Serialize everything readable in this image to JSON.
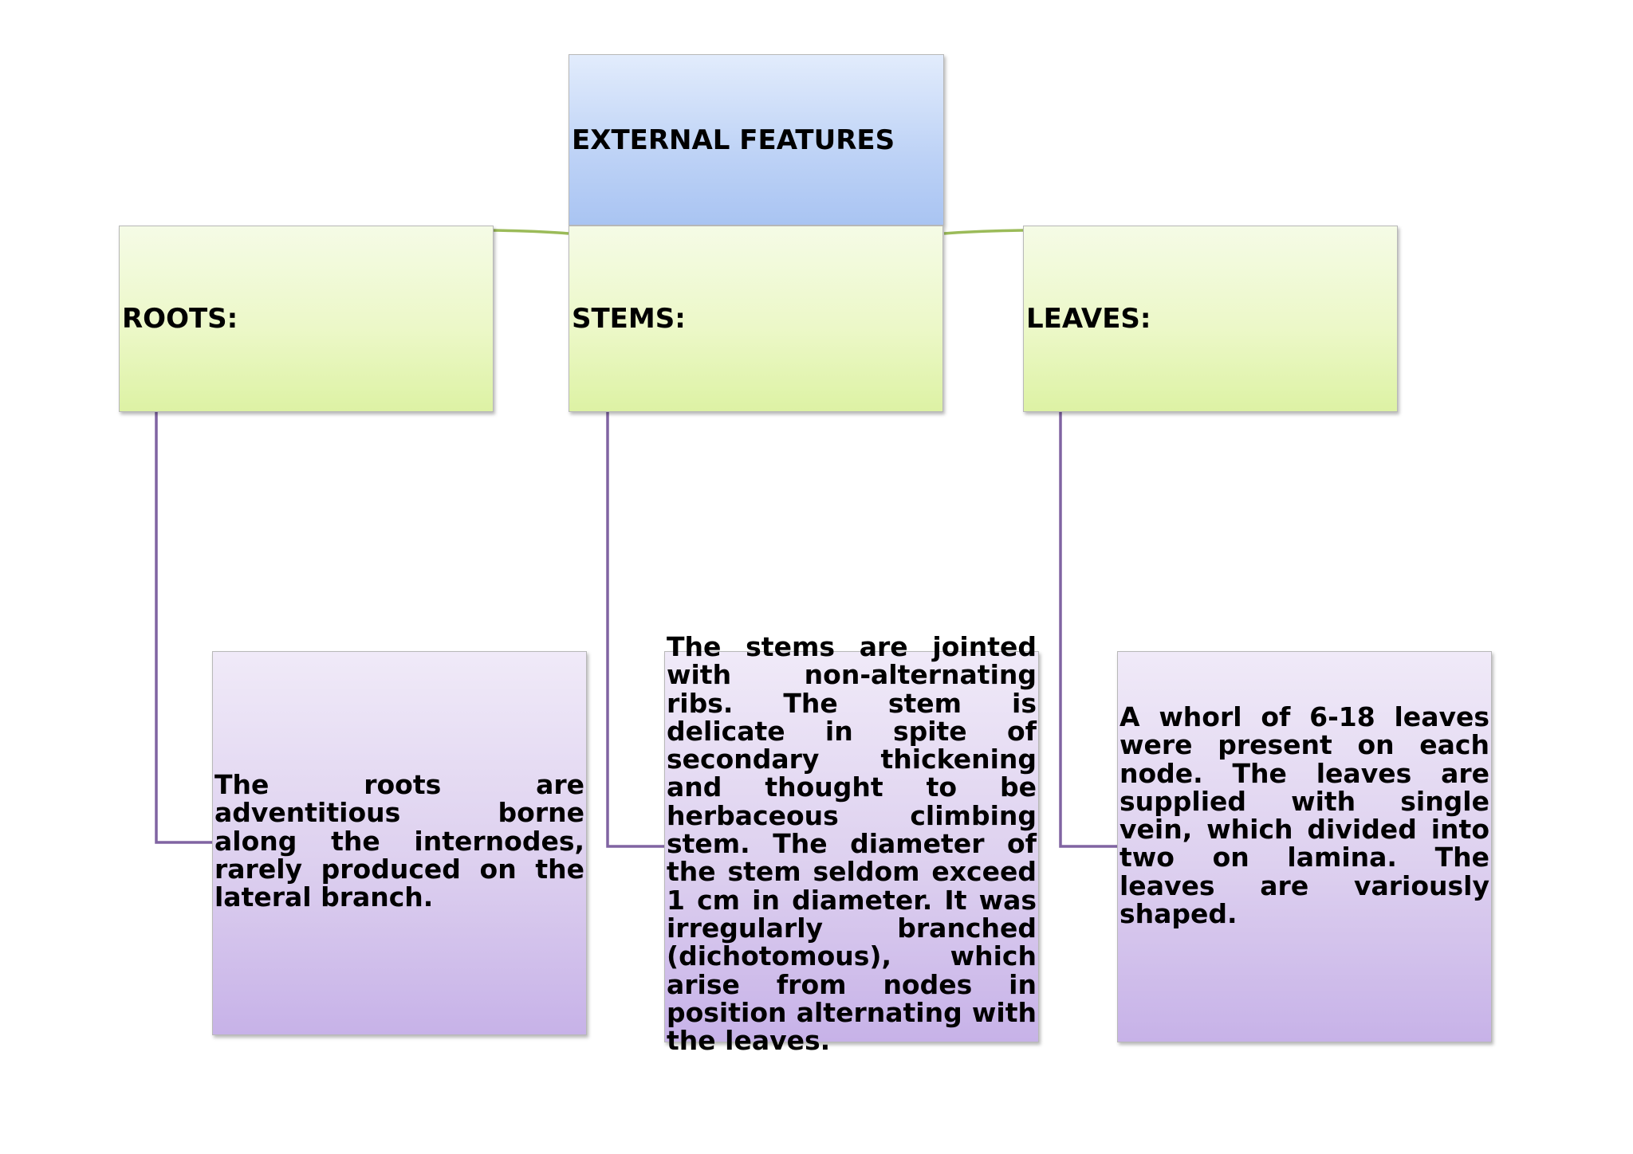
{
  "diagram": {
    "root": {
      "label": "EXTERNAL FEATURES"
    },
    "categories": [
      {
        "label": "ROOTS:",
        "description": "The roots are adventitious borne along the internodes, rarely produced on the lateral branch."
      },
      {
        "label": "STEMS:",
        "description": "The stems are jointed with non-alternating ribs. The stem is delicate in spite of secondary thickening and thought to be herbaceous climbing stem. The diameter of the stem seldom exceed 1 cm in diameter. It was irregularly branched (dichotomous), which arise from nodes in position alternating with the leaves."
      },
      {
        "label": "LEAVES:",
        "description": "A whorl of 6-18 leaves were present on each node. The leaves are supplied with single vein, which divided into two on lamina. The leaves are variously shaped."
      }
    ],
    "colors": {
      "root_fill": "#bdd2f6",
      "category_fill": "#ecf8c8",
      "description_fill": "#ddd0ef",
      "top_connector": "#9bbb59",
      "side_connector": "#8064a2"
    }
  }
}
